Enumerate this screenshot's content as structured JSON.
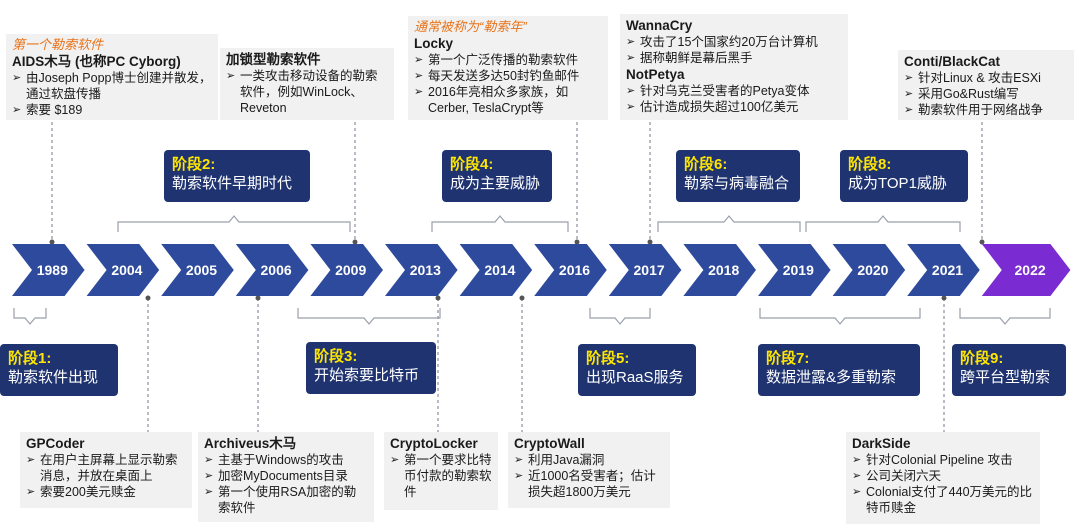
{
  "timeline": {
    "colors": {
      "arrow": "#2e4a9c",
      "arrow_last": "#7a2bd1",
      "stage_bg": "#1f3370",
      "stage_num": "#ffe600",
      "tag": "#e8731a",
      "connector": "#9aa0aa"
    },
    "years": [
      "1989",
      "2004",
      "2005",
      "2006",
      "2009",
      "2013",
      "2014",
      "2016",
      "2017",
      "2018",
      "2019",
      "2020",
      "2021",
      "2022"
    ]
  },
  "stages": [
    {
      "num": "阶段1:",
      "text": "勒索软件出现"
    },
    {
      "num": "阶段2:",
      "text": "勒索软件早期时代"
    },
    {
      "num": "阶段3:",
      "text": "开始索要比特币"
    },
    {
      "num": "阶段4:",
      "text": "成为主要威胁"
    },
    {
      "num": "阶段5:",
      "text": "出现RaaS服务"
    },
    {
      "num": "阶段6:",
      "text": "勒索与病毒融合"
    },
    {
      "num": "阶段7:",
      "text": "数据泄露&多重勒索"
    },
    {
      "num": "阶段8:",
      "text": "成为TOP1威胁"
    },
    {
      "num": "阶段9:",
      "text": "跨平台型勒索"
    }
  ],
  "cards": {
    "aids": {
      "tag": "第一个勒索软件",
      "title": "AIDS木马 (也称PC Cyborg)",
      "items": [
        "由Joseph Popp博士创建并散发，通过软盘传播",
        "索要 $189"
      ]
    },
    "lockware": {
      "title": "加锁型勒索软件",
      "items": [
        "一类攻击移动设备的勒索软件，例如WinLock、Reveton"
      ]
    },
    "locky": {
      "tag": "通常被称为“勒索年”",
      "title": "Locky",
      "items": [
        "第一个广泛传播的勒索软件",
        "每天发送多达50封钓鱼邮件",
        "2016年亮相众多家族，如Cerber, TeslaCrypt等"
      ]
    },
    "wannacry": {
      "title": "WannaCry",
      "items": [
        "攻击了15个国家约20万台计算机",
        "据称朝鲜是幕后黑手"
      ],
      "title2": "NotPetya",
      "items2": [
        "针对乌克兰受害者的Petya变体",
        "估计造成损失超过100亿美元"
      ]
    },
    "conti": {
      "title": "Conti/BlackCat",
      "items": [
        "针对Linux & 攻击ESXi",
        "采用Go&Rust编写",
        "勒索软件用于网络战争"
      ]
    },
    "gpcoder": {
      "title": "GPCoder",
      "items": [
        "在用户主屏幕上显示勒索消息，并放在桌面上",
        "索要200美元赎金"
      ]
    },
    "archiveus": {
      "title": "Archiveus木马",
      "items": [
        "主基于Windows的攻击",
        "加密MyDocuments目录",
        "第一个使用RSA加密的勒索软件"
      ]
    },
    "cryptolocker": {
      "title": "CryptoLocker",
      "items": [
        "第一个要求比特币付款的勒索软件"
      ]
    },
    "cryptowall": {
      "title": "CryptoWall",
      "items": [
        "利用Java漏洞",
        "近1000名受害者；估计损失超1800万美元"
      ]
    },
    "darkside": {
      "title": "DarkSide",
      "items": [
        "针对Colonial Pipeline 攻击",
        "公司关闭六天",
        "Colonial支付了440万美元的比特币赎金"
      ]
    }
  }
}
